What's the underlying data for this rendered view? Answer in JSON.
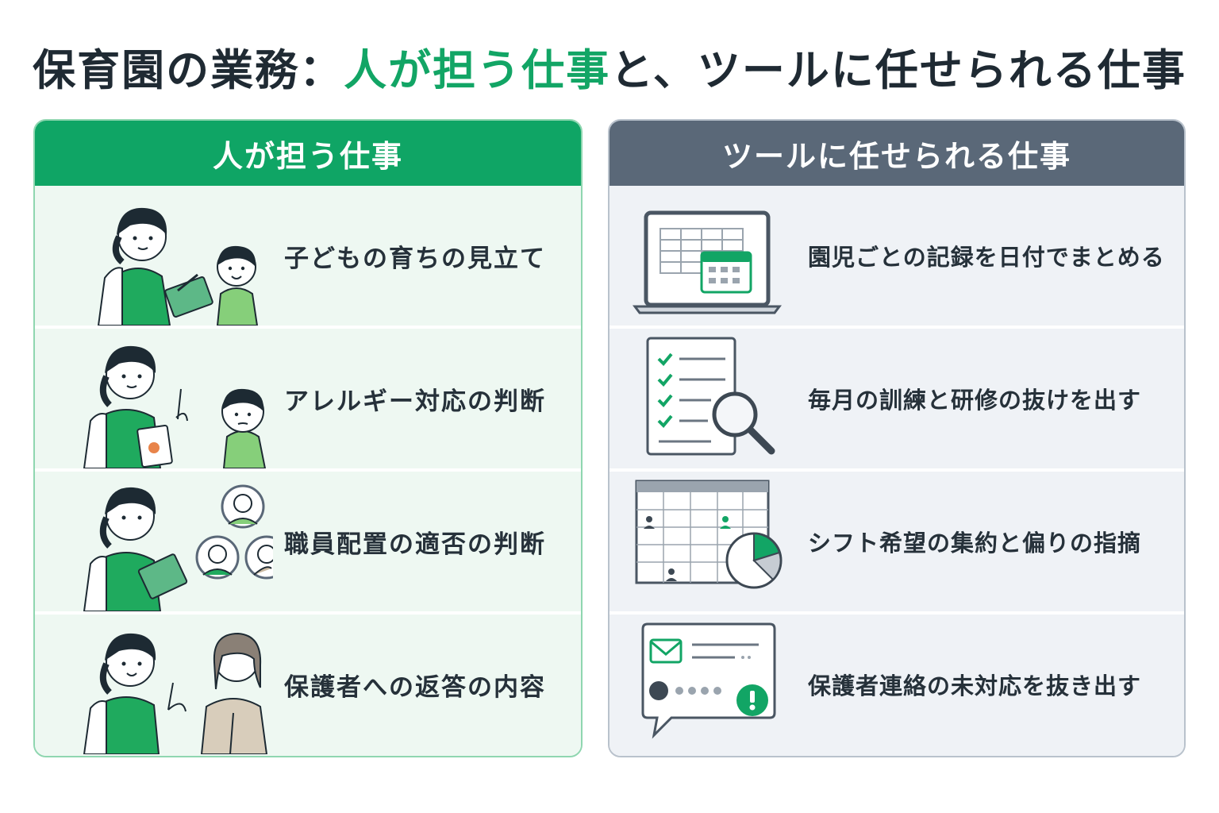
{
  "title": {
    "prefix": "保育園の業務：",
    "accent": "人が担う仕事",
    "suffix": "と、ツールに任せられる仕事"
  },
  "human_panel": {
    "header": "人が担う仕事",
    "items": [
      {
        "label": "子どもの育ちの見立て",
        "icon": "teacher-observing-child-icon"
      },
      {
        "label": "アレルギー対応の判断",
        "icon": "teacher-allergy-check-icon"
      },
      {
        "label": "職員配置の適否の判断",
        "icon": "teacher-staff-assignment-icon"
      },
      {
        "label": "保護者への返答の内容",
        "icon": "teacher-talking-parent-icon"
      }
    ]
  },
  "tool_panel": {
    "header": "ツールに任せられる仕事",
    "items": [
      {
        "label": "園児ごとの記録を日付でまとめる",
        "icon": "laptop-calendar-icon"
      },
      {
        "label": "毎月の訓練と研修の抜けを出す",
        "icon": "checklist-magnifier-icon"
      },
      {
        "label": "シフト希望の集約と偏りの指摘",
        "icon": "shift-calendar-pie-icon"
      },
      {
        "label": "保護者連絡の未対応を抜き出す",
        "icon": "message-alert-icon"
      }
    ]
  },
  "colors": {
    "accent": "#12a565",
    "human_header": "#0fa565",
    "tool_header": "#5a6878"
  }
}
